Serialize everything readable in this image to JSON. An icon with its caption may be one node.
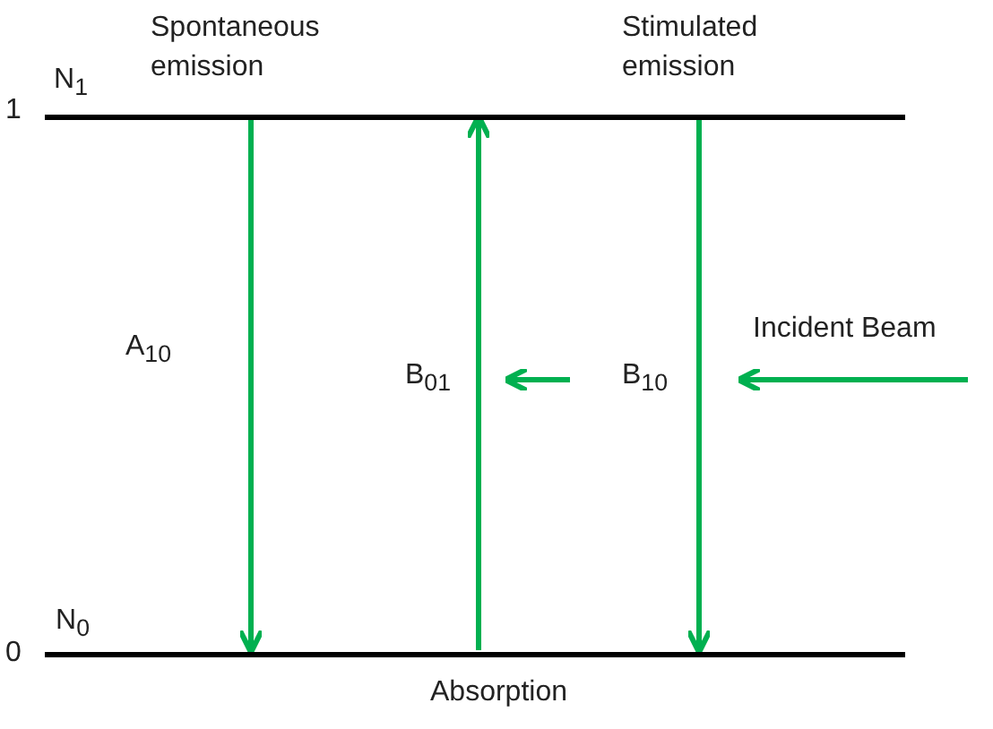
{
  "diagram": {
    "nodes": [
      {
        "text": [
          "N$_{1}$"
        ],
        "beside": [
          "1"
        ]
      },
      {
        "text": [
          "N$_{0}$"
        ],
        "beside": [
          "0"
        ]
      }
    ],
    "edges": [
      {
        "from": 0,
        "to": 1,
        "arrow": "to",
        "label": "A$_{10}$"
      },
      {
        "from": 1,
        "to": 0,
        "arrow": "to",
        "label": "B$_{01}$"
      },
      {
        "from": 0,
        "to": 1,
        "arrow": "to",
        "label": "B$_{10}$"
      }
    ],
    "labels": [
      "Spontaneous emission",
      "Stimulated emission",
      "Incident Beam",
      "Absorption"
    ]
  }
}
